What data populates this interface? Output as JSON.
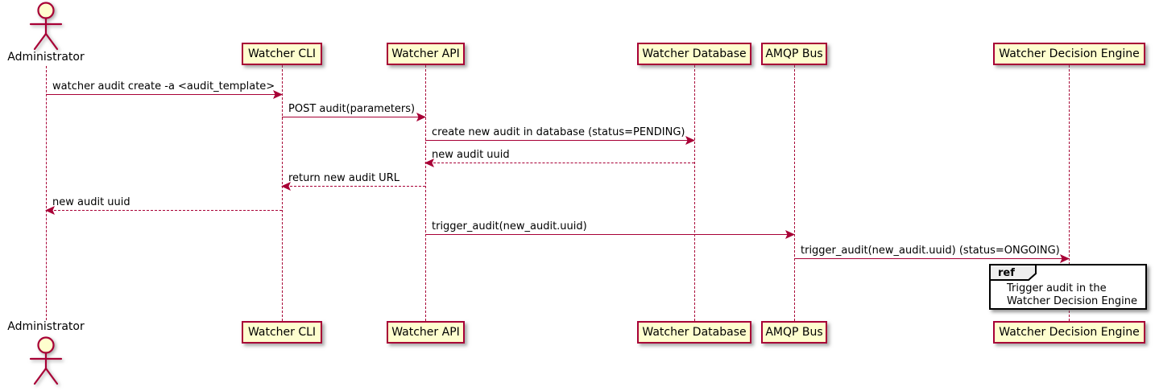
{
  "colors": {
    "accent": "#A80036",
    "node-fill": "#FEFECE",
    "ref-header-fill": "#EEEEEE",
    "text": "#000000",
    "background": "#FFFFFF"
  },
  "actor": {
    "label": "Administrator"
  },
  "participants": [
    {
      "label": "Watcher CLI"
    },
    {
      "label": "Watcher API"
    },
    {
      "label": "Watcher Database"
    },
    {
      "label": "AMQP Bus"
    },
    {
      "label": "Watcher Decision Engine"
    }
  ],
  "messages": [
    {
      "from": "Administrator",
      "to": "Watcher CLI",
      "style": "solid",
      "label": "watcher audit create -a <audit_template>"
    },
    {
      "from": "Watcher CLI",
      "to": "Watcher API",
      "style": "solid",
      "label": "POST audit(parameters)"
    },
    {
      "from": "Watcher API",
      "to": "Watcher Database",
      "style": "solid",
      "label": "create new audit in database (status=PENDING)"
    },
    {
      "from": "Watcher Database",
      "to": "Watcher API",
      "style": "dashed",
      "label": "new audit uuid"
    },
    {
      "from": "Watcher API",
      "to": "Watcher CLI",
      "style": "dashed",
      "label": "return new audit URL"
    },
    {
      "from": "Watcher CLI",
      "to": "Administrator",
      "style": "dashed",
      "label": "new audit uuid"
    },
    {
      "from": "Watcher API",
      "to": "AMQP Bus",
      "style": "solid",
      "label": "trigger_audit(new_audit.uuid)"
    },
    {
      "from": "AMQP Bus",
      "to": "Watcher Decision Engine",
      "style": "solid",
      "label": "trigger_audit(new_audit.uuid) (status=ONGOING)"
    }
  ],
  "ref": {
    "keyword": "ref",
    "lines": [
      "Trigger audit in the",
      "Watcher Decision Engine"
    ]
  }
}
